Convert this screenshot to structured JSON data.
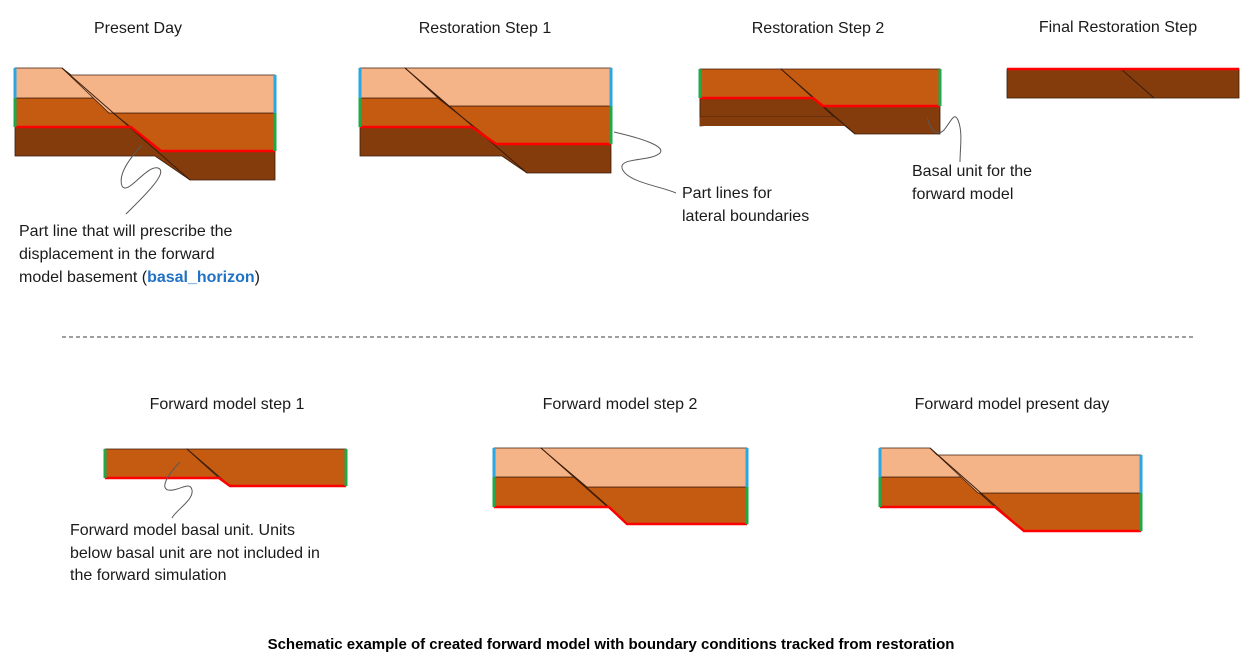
{
  "colors": {
    "light_unit": "#f5b487",
    "mid_unit": "#c55a11",
    "basement_unit": "#843c0c",
    "fault_line": "#3b1d0b",
    "basal_horizon": "#ff0000",
    "lateral_blue": "#2aa7e2",
    "lateral_green": "#21a84a",
    "callout": "#595959",
    "highlight": "#1f72c4"
  },
  "panels": {
    "present_day": "Present Day",
    "restoration_1": "Restoration Step 1",
    "restoration_2": "Restoration Step 2",
    "restoration_final": "Final Restoration Step",
    "forward_1": "Forward model step 1",
    "forward_2": "Forward model step 2",
    "forward_present": "Forward model present day"
  },
  "callouts": {
    "part_line": {
      "line1": "Part line that will prescribe the",
      "line2": "displacement in the forward",
      "line3_prefix": "model basement (",
      "line3_term": "basal_horizon",
      "line3_suffix": ")"
    },
    "lateral": {
      "line1": "Part lines for",
      "line2": "lateral boundaries"
    },
    "basal_unit": {
      "line1": "Basal unit for the",
      "line2": "forward model"
    },
    "forward_basal": {
      "line1": "Forward model basal unit. Units",
      "line2": "below basal unit are not included in",
      "line3": "the forward simulation"
    }
  },
  "footer": "Schematic example of created forward model with boundary conditions tracked from restoration"
}
